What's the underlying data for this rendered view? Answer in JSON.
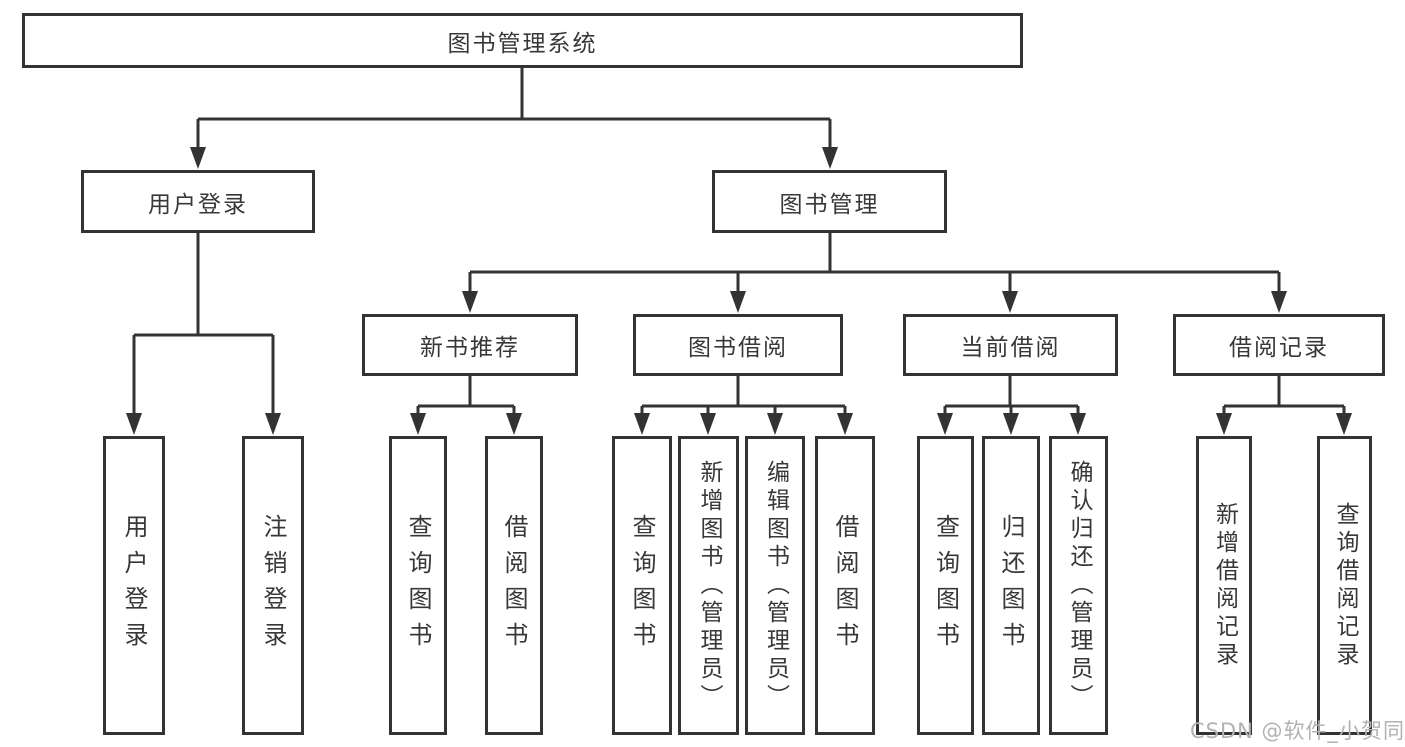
{
  "diagram_title": "图书管理系统",
  "tree": {
    "label": "图书管理系统",
    "children": [
      {
        "label": "用户登录",
        "children": [
          {
            "label": "用户登录"
          },
          {
            "label": "注销登录"
          }
        ]
      },
      {
        "label": "图书管理",
        "children": [
          {
            "label": "新书推荐",
            "children": [
              {
                "label": "查询图书"
              },
              {
                "label": "借阅图书"
              }
            ]
          },
          {
            "label": "图书借阅",
            "children": [
              {
                "label": "查询图书"
              },
              {
                "label": "新增图书（管理员）"
              },
              {
                "label": "编辑图书（管理员）"
              },
              {
                "label": "借阅图书"
              }
            ]
          },
          {
            "label": "当前借阅",
            "children": [
              {
                "label": "查询图书"
              },
              {
                "label": "归还图书"
              },
              {
                "label": "确认归还（管理员）"
              }
            ]
          },
          {
            "label": "借阅记录",
            "children": [
              {
                "label": "新增借阅记录"
              },
              {
                "label": "查询借阅记录"
              }
            ]
          }
        ]
      }
    ]
  },
  "watermark": {
    "text": "CSDN @软件_小贺同学",
    "color": "#b2b2b2"
  },
  "colors": {
    "line": "#333333",
    "text": "#383838",
    "background": "#ffffff"
  }
}
